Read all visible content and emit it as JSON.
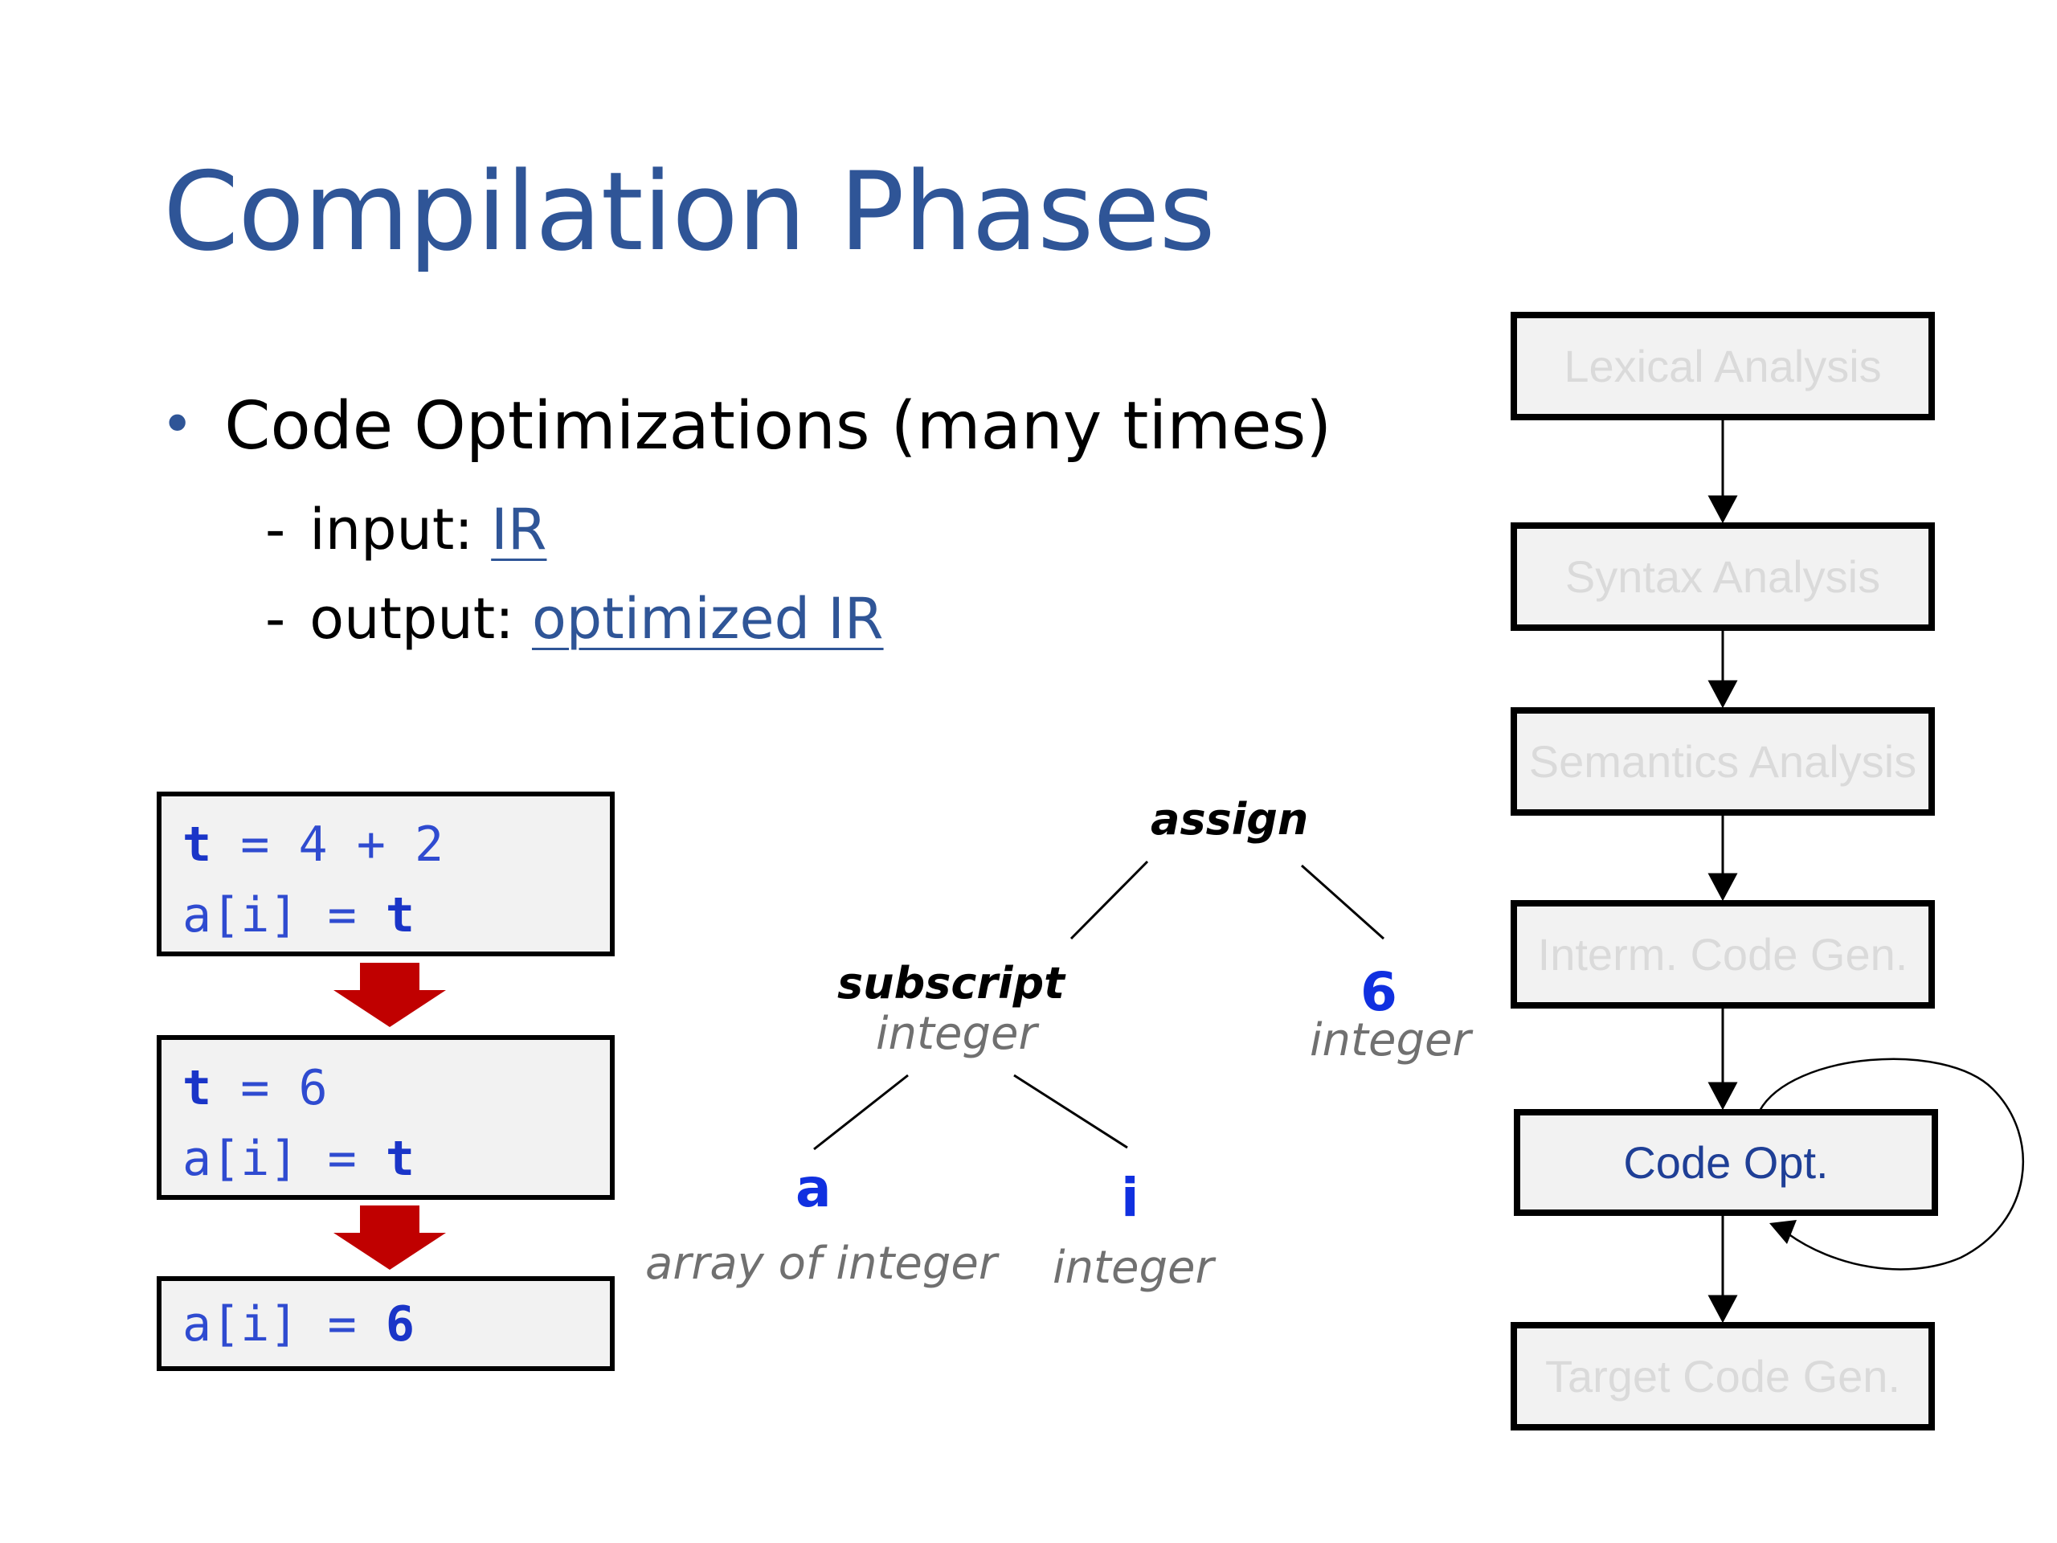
{
  "slide": {
    "title": "Compilation Phases",
    "bullet": "Code Optimizations (many times)",
    "input_prefix": "input: ",
    "input_link": "IR",
    "output_prefix": "output: ",
    "output_link": "optimized IR"
  },
  "code_steps": [
    {
      "line1_var": "t",
      "line1_rest": " = 4 + 2",
      "line2_lhs": "a[i] = ",
      "line2_val": "t"
    },
    {
      "line1_var": "t",
      "line1_rest": " = 6",
      "line2_lhs": "a[i] = ",
      "line2_val": "t"
    },
    {
      "line1_lhs": "a[i] = ",
      "line1_val": "6"
    }
  ],
  "tree": {
    "root": "assign",
    "left": {
      "label": "subscript",
      "type": "integer"
    },
    "right": {
      "label": "6",
      "type": "integer"
    },
    "left_left": {
      "label": "a",
      "type": "array of integer"
    },
    "left_right": {
      "label": "i",
      "type": "integer"
    }
  },
  "phases": [
    {
      "label": "Lexical Analysis",
      "active": false
    },
    {
      "label": "Syntax Analysis",
      "active": false
    },
    {
      "label": "Semantics Analysis",
      "active": false
    },
    {
      "label": "Interm. Code Gen.",
      "active": false
    },
    {
      "label": "Code Opt.",
      "active": true
    },
    {
      "label": "Target Code Gen.",
      "active": false
    }
  ],
  "colors": {
    "title": "#2f5597",
    "code": "#2f4bd0",
    "leaf": "#1030e0",
    "type_text": "#707070",
    "arrow_red": "#c00000",
    "phase_inactive_text": "#dadada",
    "phase_active_text": "#1f3f96",
    "box_fill": "#f2f2f2"
  }
}
